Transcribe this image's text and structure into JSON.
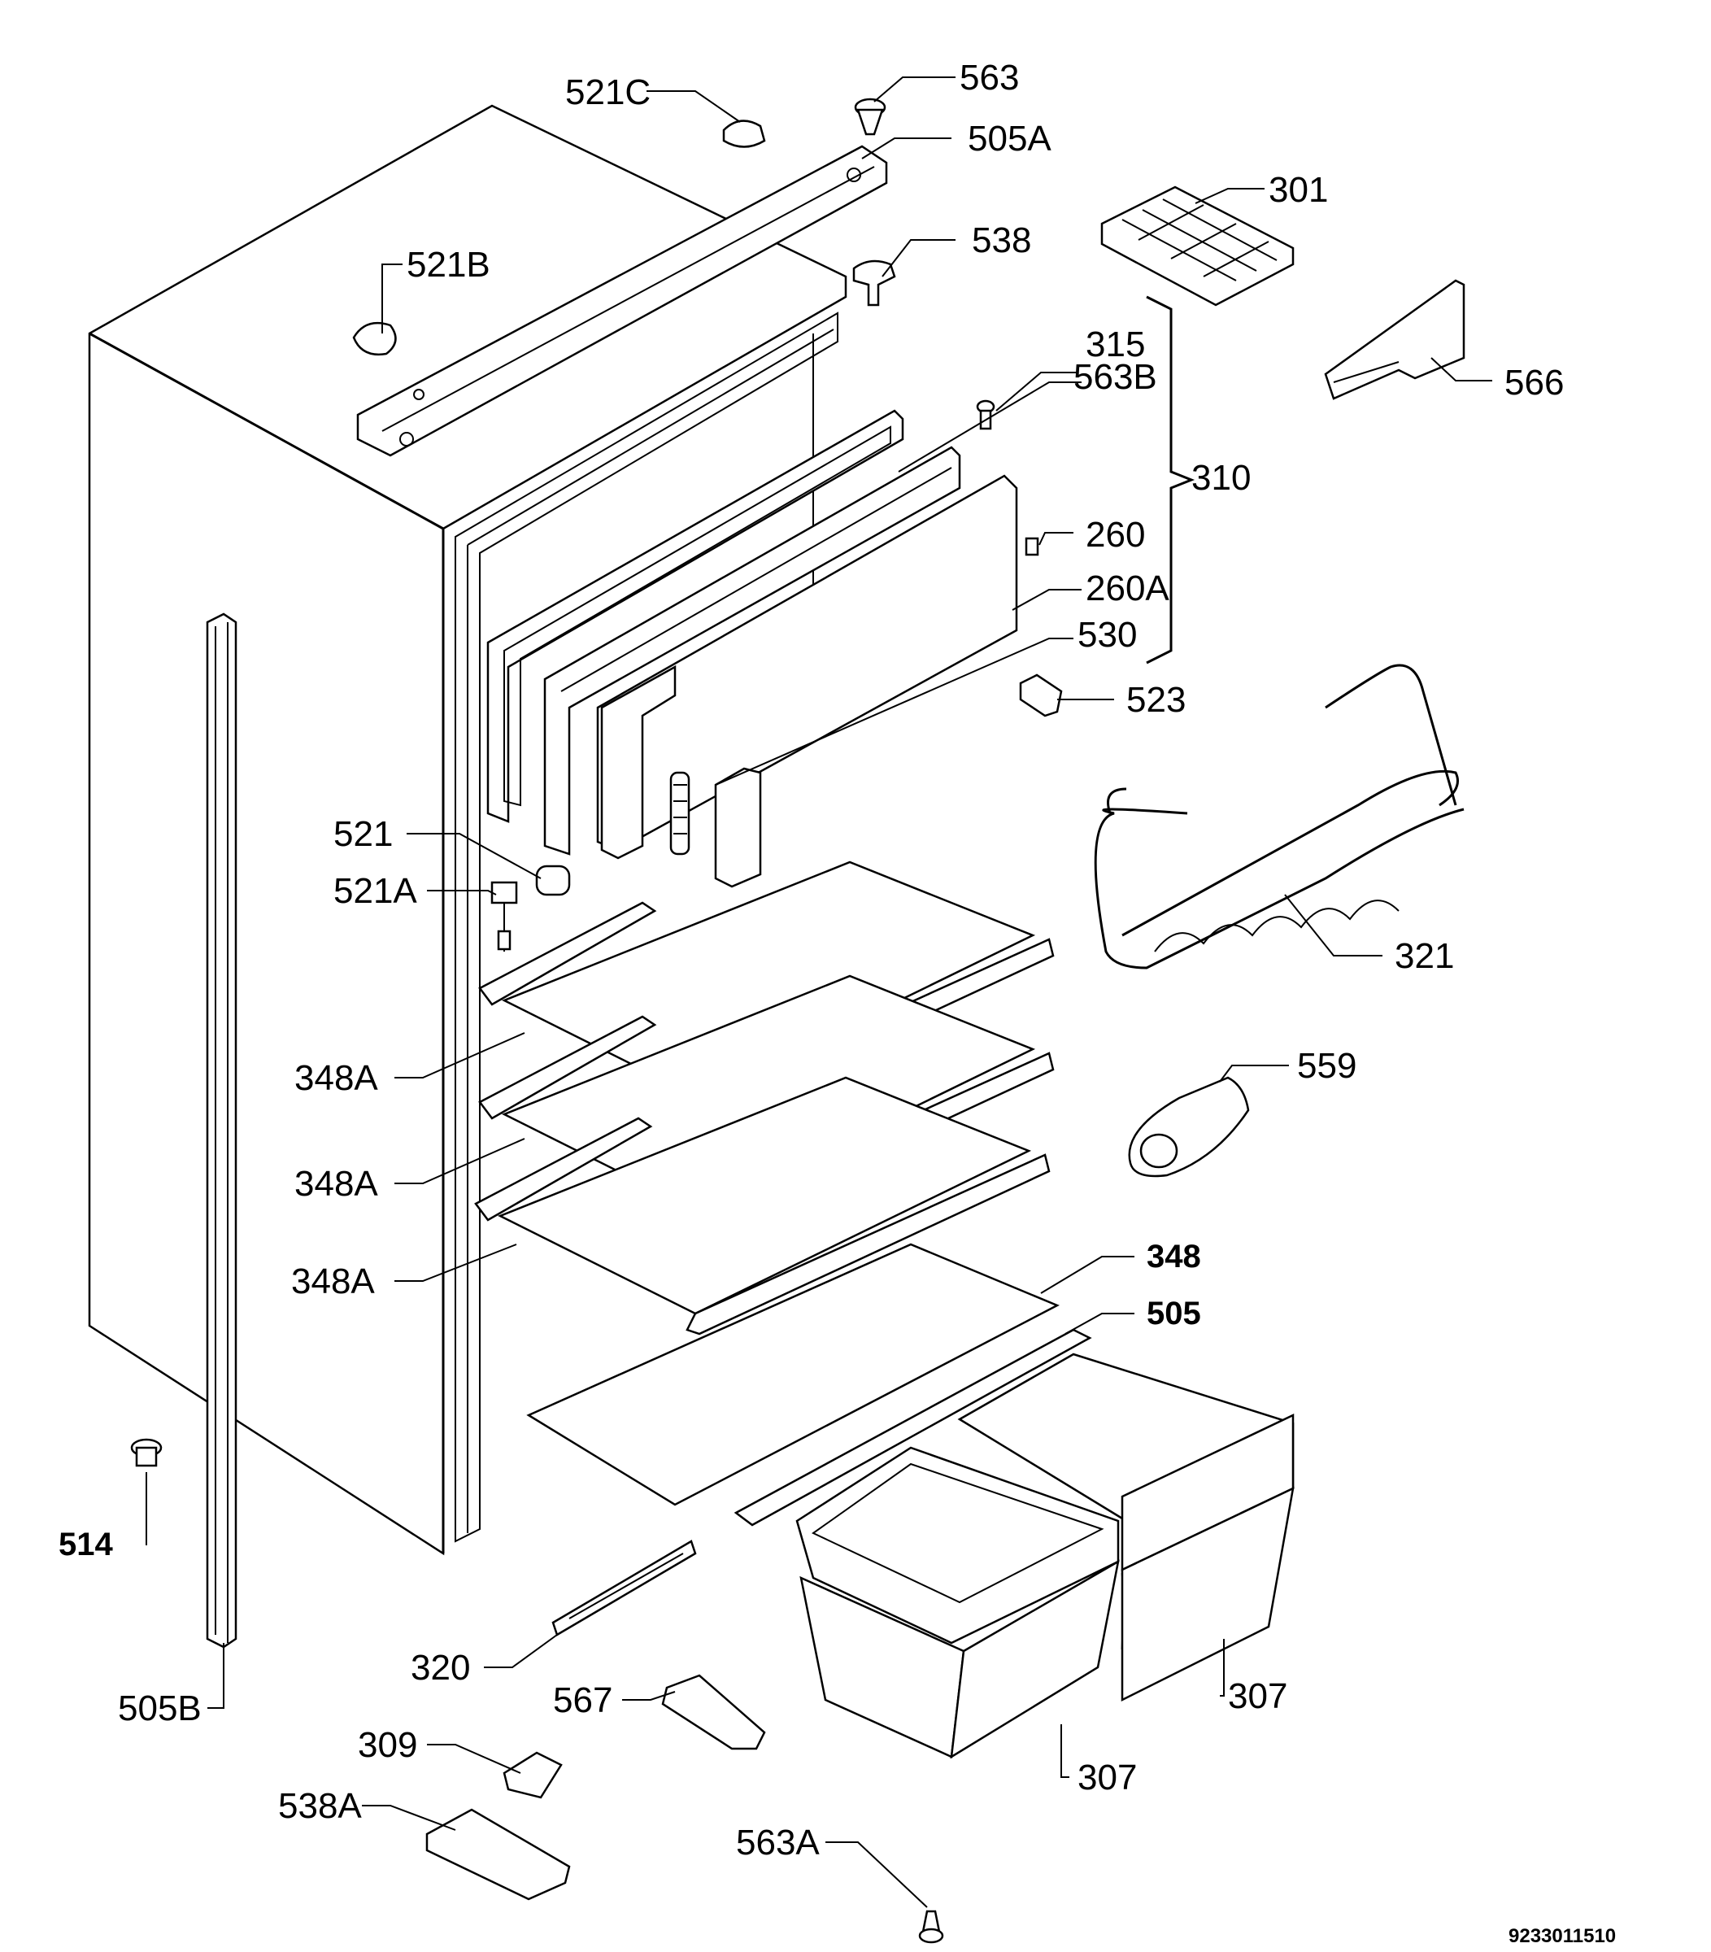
{
  "drawing_number": "9233011510",
  "labels": {
    "l521c": "521C",
    "l563": "563",
    "l505a": "505A",
    "l301": "301",
    "l521b": "521B",
    "l538": "538",
    "l315": "315",
    "l563b": "563B",
    "l566": "566",
    "l310": "310",
    "l260": "260",
    "l260a": "260A",
    "l530": "530",
    "l523": "523",
    "l521": "521",
    "l521a": "521A",
    "l321": "321",
    "l348a_1": "348A",
    "l559": "559",
    "l348a_2": "348A",
    "l348a_3": "348A",
    "l348": "348",
    "l505": "505",
    "l514": "514",
    "l320": "320",
    "l307_1": "307",
    "l505b": "505B",
    "l567": "567",
    "l307_2": "307",
    "l309": "309",
    "l538a": "538A",
    "l563a": "563A"
  }
}
